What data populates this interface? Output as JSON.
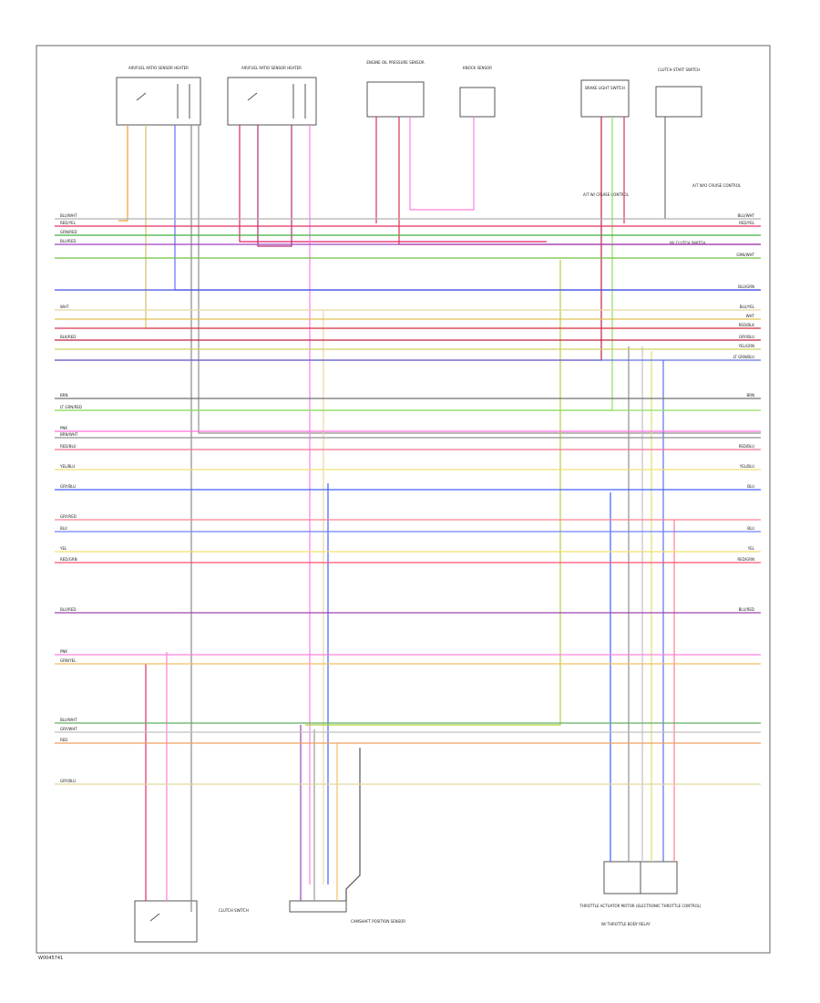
{
  "diagram": {
    "footer_code": "W0045741",
    "components": [
      {
        "id": "c1",
        "label": "AIR/FUEL RATIO SENSOR HEATER",
        "pins": 4
      },
      {
        "id": "c2",
        "label": "AIR/FUEL RATIO SENSOR HEATER",
        "pins": 4
      },
      {
        "id": "c3",
        "label": "ENGINE OIL PRESSURE SENSOR",
        "pins": 3
      },
      {
        "id": "c4",
        "label": "KNOCK SENSOR",
        "pins": 2
      },
      {
        "id": "c5",
        "label": "BRAKE LIGHT SWITCH",
        "pins": 4
      },
      {
        "id": "c6",
        "label": "CLUTCH START SWITCH",
        "pins": 2
      },
      {
        "id": "c7",
        "label": "CLUTCH SWITCH",
        "pins": 3
      },
      {
        "id": "c8",
        "label": "CAMSHAFT POSITION SENSOR",
        "pins": 6
      },
      {
        "id": "c9",
        "label": "THROTTLE ACTUATOR MOTOR (ELECTRONIC THROTTLE CONTROL)",
        "pins": 8
      }
    ],
    "notes": [
      {
        "id": "n1",
        "text": "A/T W/ CRUISE CONTROL"
      },
      {
        "id": "n2",
        "text": "A/T W/O CRUISE CONTROL"
      },
      {
        "id": "n3",
        "text": "W/ CLUTCH SWITCH"
      },
      {
        "id": "n4",
        "text": "W/ THROTTLE BODY RELAY"
      }
    ],
    "wires": [
      {
        "left": "BLU/WHT",
        "right": "BLU/WHT",
        "color": "#b0b0b0"
      },
      {
        "left": "RED/YEL",
        "right": "RED/YEL",
        "color": "#e03060"
      },
      {
        "left": "GRN/RED",
        "right": "",
        "color": "#40b040"
      },
      {
        "left": "BLU/RED",
        "right": "",
        "color": "#a040c0"
      },
      {
        "left": "",
        "right": "GRN/WHT",
        "color": "#70c040"
      },
      {
        "left": "",
        "right": "BLU/GRN",
        "color": "#4050e0"
      },
      {
        "left": "WHT",
        "right": "BLU/YEL",
        "color": "#e8d8a0"
      },
      {
        "left": "",
        "right": "WHT",
        "color": "#e0c050"
      },
      {
        "left": "",
        "right": "RED/BLK",
        "color": "#e03050"
      },
      {
        "left": "BLK/RED",
        "right": "GRY/BLU",
        "color": "#c02040"
      },
      {
        "left": "",
        "right": "YEL/GRN",
        "color": "#d0d060"
      },
      {
        "left": "",
        "right": "LT GRN/BLU",
        "color": "#6070e0"
      },
      {
        "left": "BRN",
        "right": "BRN",
        "color": "#707070"
      },
      {
        "left": "LT GRN/RED",
        "right": "",
        "color": "#90e060"
      },
      {
        "left": "PNK",
        "right": "",
        "color": "#ff70e0"
      },
      {
        "left": "BRN/WHT",
        "right": "",
        "color": "#909090"
      },
      {
        "left": "RED/BLU",
        "right": "RED/BLU",
        "color": "#ff7090"
      },
      {
        "left": "YEL/BLU",
        "right": "YEL/BLU",
        "color": "#f0e070"
      },
      {
        "left": "GRY/BLU",
        "right": "BLU",
        "color": "#4060ff"
      },
      {
        "left": "GRY/RED",
        "right": "",
        "color": "#ff8090"
      },
      {
        "left": "BLU",
        "right": "BLU",
        "color": "#7080ff"
      },
      {
        "left": "YEL",
        "right": "YEL",
        "color": "#f0e070"
      },
      {
        "left": "RED/GRN",
        "right": "RED/GRN",
        "color": "#ff5070"
      },
      {
        "left": "BLU/RED",
        "right": "BLU/RED",
        "color": "#a040b0"
      },
      {
        "left": "PNK",
        "right": "",
        "color": "#ff80e0"
      },
      {
        "left": "GRN/YEL",
        "right": "",
        "color": "#f0c060"
      },
      {
        "left": "BLU/WHT",
        "right": "",
        "color": "#60b060"
      },
      {
        "left": "GRY/WHT",
        "right": "",
        "color": "#c0c0c0"
      },
      {
        "left": "RED",
        "right": "",
        "color": "#f0a060"
      },
      {
        "left": "GRY/BLU",
        "right": "",
        "color": "#e0d8a0"
      }
    ]
  }
}
